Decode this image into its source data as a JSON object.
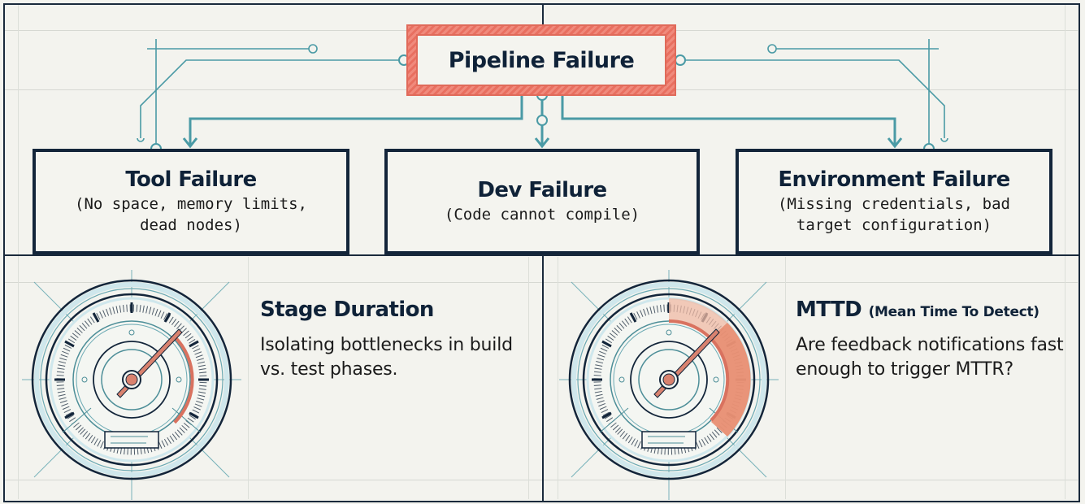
{
  "diagram": {
    "root": {
      "title": "Pipeline Failure",
      "accent": "#e06a5a"
    },
    "children": [
      {
        "id": "tool",
        "title": "Tool Failure",
        "description": "(No space, memory limits,\ndead nodes)"
      },
      {
        "id": "dev",
        "title": "Dev Failure",
        "description": "(Code cannot compile)"
      },
      {
        "id": "env",
        "title": "Environment Failure",
        "description": "(Missing credentials, bad\ntarget configuration)"
      }
    ],
    "connector_color": "#4a9aa5",
    "border_color": "#13253a"
  },
  "metrics": [
    {
      "id": "stage-duration",
      "title": "Stage Duration",
      "subtitle": "",
      "description": "Isolating bottlenecks in build vs. test phases.",
      "gauge": {
        "needle_angle_deg": 50,
        "highlight": "thin-arc"
      }
    },
    {
      "id": "mttd",
      "title": "MTTD",
      "subtitle": "(Mean Time To Detect)",
      "description": "Are feedback notifications fast enough to trigger MTTR?",
      "gauge": {
        "needle_angle_deg": 50,
        "highlight": "filled-band"
      }
    }
  ],
  "colors": {
    "background": "#f3f3ee",
    "navy": "#0f2238",
    "teal": "#4a9aa5",
    "coral": "#e07a6a"
  }
}
